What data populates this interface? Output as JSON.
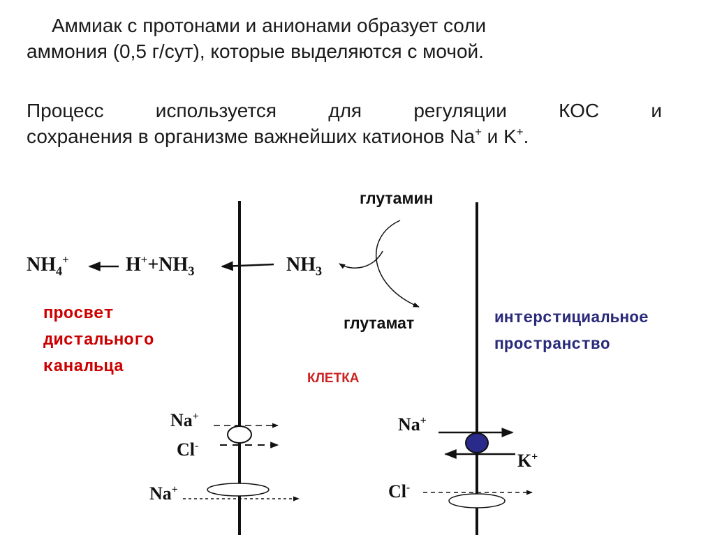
{
  "paragraph1": {
    "line1": "Аммиак с протонами и анионами образует соли",
    "line2": "аммония (0,5 г/сут), которые выделяются с мочой."
  },
  "paragraph2": {
    "line1": "Процесс используется для регуляции КОС и",
    "line2_text": "сохранения в организме важнейших катионов Na",
    "line2_sup1": "+",
    "line2_mid": " и K",
    "line2_sup2": "+",
    "line2_end": "."
  },
  "diagram": {
    "glutamine": "глутамин",
    "glutamate": "глутамат",
    "nh4": {
      "base": "NH",
      "sub": "4",
      "sup": "+"
    },
    "h_nh3": {
      "h": "H",
      "sup": "+",
      "rest": "+NH",
      "sub": "3"
    },
    "nh3": {
      "base": "NH",
      "sub": "3"
    },
    "lumen": {
      "line1": "просвет",
      "line2": "дистального",
      "line3": "канальца"
    },
    "interstitial": {
      "line1": "интерстициальное",
      "line2": "пространство"
    },
    "cell": "КЛЕТКА",
    "left_na1": {
      "base": "Na",
      "sup": "+"
    },
    "left_cl": {
      "base": "Cl",
      "sup": "-"
    },
    "left_na2": {
      "base": "Na",
      "sup": "+"
    },
    "right_na": {
      "base": "Na",
      "sup": "+"
    },
    "right_k": {
      "base": "K",
      "sup": "+"
    },
    "right_cl": {
      "base": "Cl",
      "sup": "-"
    }
  },
  "colors": {
    "lumen": "#cc0000",
    "interstitial": "#2a2a7a",
    "cell": "#cc2222",
    "pump": "#2a2a8a"
  }
}
